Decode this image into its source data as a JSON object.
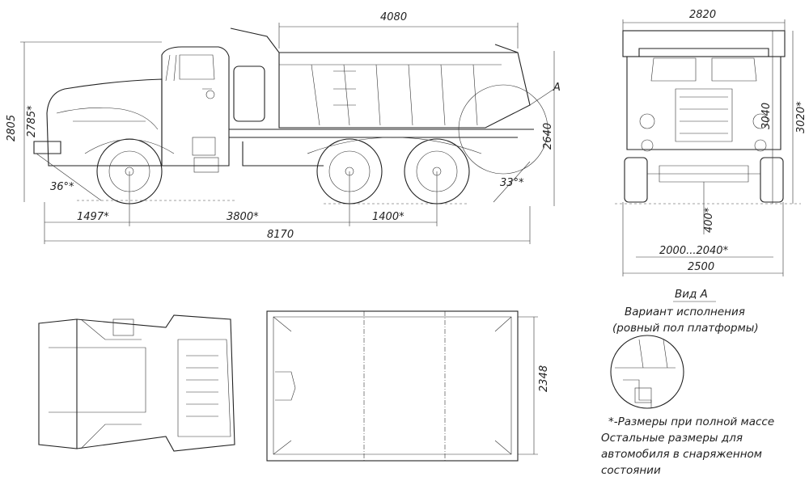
{
  "side_view": {
    "body_length": "4080",
    "overall_height": "2805",
    "loaded_height": "2785*",
    "body_height": "2640",
    "approach_angle": "36°*",
    "departure_angle": "33°*",
    "front_overhang": "1497*",
    "wheelbase": "3800*",
    "bogie_base": "1400*",
    "overall_length": "8170",
    "view_marker": "A"
  },
  "front_view": {
    "body_width": "2820",
    "height": "3040",
    "loaded_height": "3020*",
    "ground_clearance": "400*",
    "track": "2000...2040*",
    "overall_width": "2500"
  },
  "top_view": {
    "body_inner_width": "2348"
  },
  "view_a": {
    "title": "Вид А",
    "line1": "Вариант исполнения",
    "line2": "(ровный пол платформы)"
  },
  "notes": {
    "line1": "*-Размеры при полной массе",
    "line2": "Остальные размеры для",
    "line3": "автомобиля в снаряженном",
    "line4": "состоянии"
  }
}
